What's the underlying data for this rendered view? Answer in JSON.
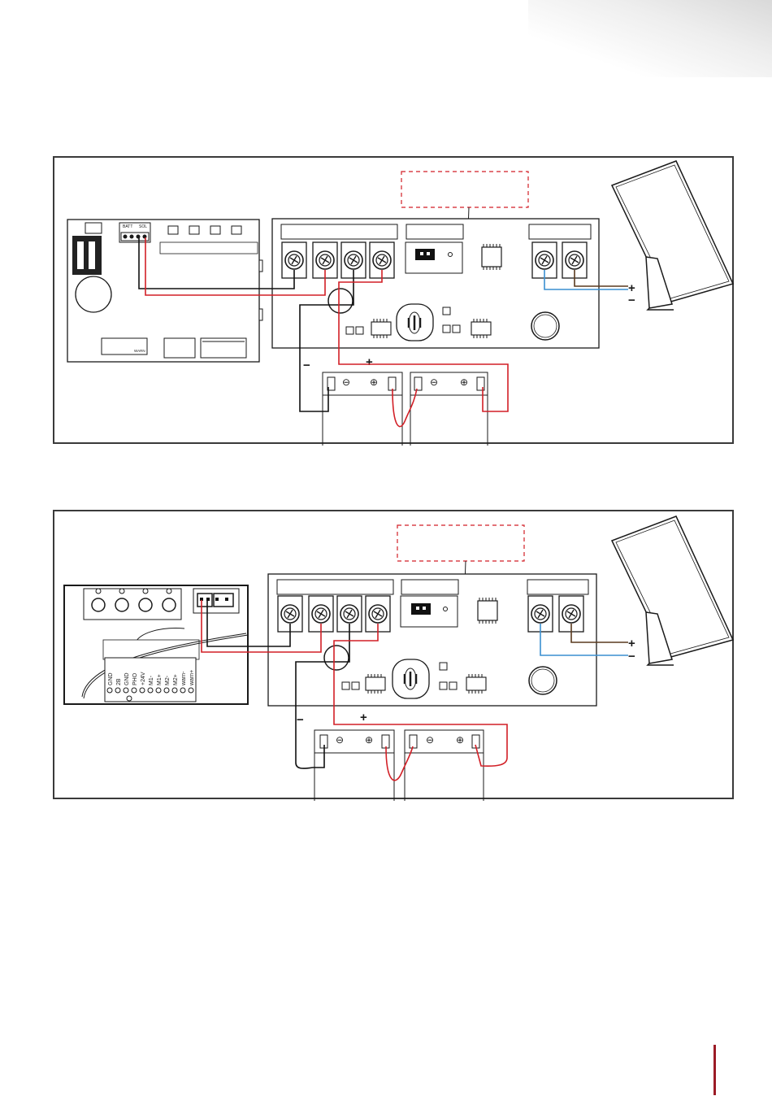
{
  "colors": {
    "frame": "#3a3a3a",
    "ink": "#1a1a1a",
    "wire_red": "#d21f26",
    "wire_blue": "#3a8fd1",
    "wire_brown": "#5a3a1e",
    "wire_black": "#111111",
    "callout_dashed": "#d21f26",
    "accent_rule": "#9c1b26"
  },
  "diagram_1": {
    "controller": {
      "top_labels": [
        "BATT",
        "SOL"
      ],
      "bottom_labels": [
        "WARN"
      ]
    },
    "solar_panel": {
      "plus_label": "+",
      "minus_label": "−"
    },
    "battery_leads": {
      "minus_label": "−",
      "plus_label": "+"
    },
    "battery_1": {
      "minus_symbol": "⊖",
      "plus_symbol": "⊕"
    },
    "battery_2": {
      "minus_symbol": "⊖",
      "plus_symbol": "⊕"
    }
  },
  "diagram_2": {
    "controller": {
      "terminal_labels": [
        "GND",
        "2B",
        "GND",
        "PHO",
        "+24V",
        "M1-",
        "M1+",
        "M2-",
        "M2+",
        "warn-",
        "warn+"
      ]
    },
    "solar_panel": {
      "plus_label": "+",
      "minus_label": "−"
    },
    "battery_leads": {
      "minus_label": "−",
      "plus_label": "+"
    },
    "battery_1": {
      "minus_symbol": "⊖",
      "plus_symbol": "⊕"
    },
    "battery_2": {
      "minus_symbol": "⊖",
      "plus_symbol": "⊕"
    }
  }
}
